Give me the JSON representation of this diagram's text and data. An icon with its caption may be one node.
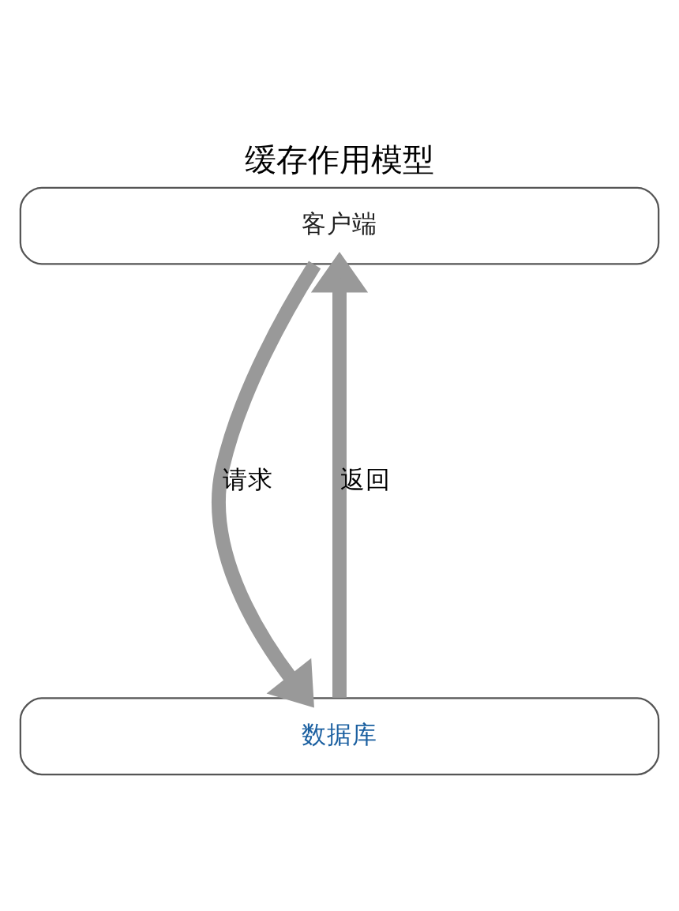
{
  "diagram": {
    "title": "缓存作用模型",
    "nodes": [
      {
        "text": [
          "客户端"
        ]
      },
      {
        "text": [
          "数据库"
        ]
      }
    ],
    "edges": [
      {
        "from": 0,
        "to": 1,
        "arrow": "to",
        "label": "请求"
      },
      {
        "from": 1,
        "to": 0,
        "arrow": "to",
        "label": "返回"
      }
    ]
  }
}
